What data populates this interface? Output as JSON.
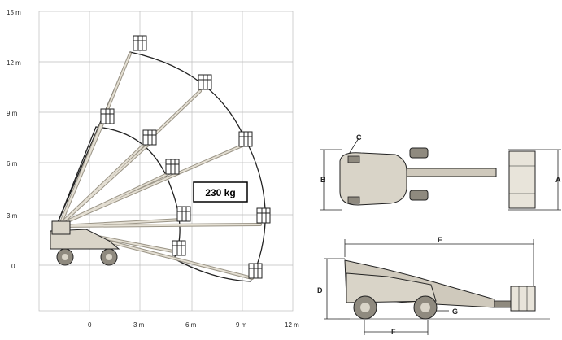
{
  "reach_chart": {
    "y_axis_labels": [
      "15 m",
      "12 m",
      "9 m",
      "6 m",
      "3 m",
      "0"
    ],
    "x_axis_labels": [
      "0",
      "3 m",
      "6 m",
      "9 m",
      "12 m"
    ],
    "capacity_label": "230 kg"
  },
  "top_view": {
    "dimension_labels": {
      "c": "C",
      "b": "B",
      "a": "A"
    }
  },
  "side_view": {
    "dimension_labels": {
      "e": "E",
      "d": "D",
      "g": "G",
      "f": "F"
    }
  },
  "colors": {
    "line": "#222222",
    "boom": "#d9d4c8",
    "grid": "#bdbdbd"
  }
}
